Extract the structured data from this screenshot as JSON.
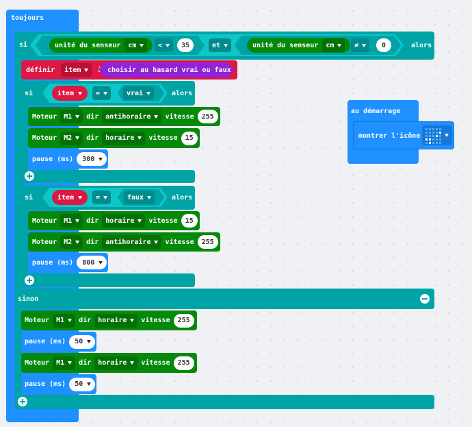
{
  "forever": {
    "label": "toujours"
  },
  "if_outer": {
    "if_label": "si",
    "sensor1": {
      "label": "unité du senseur",
      "unit": "cm"
    },
    "op1": "<",
    "value1": "35",
    "logic": "et",
    "sensor2": {
      "label": "unité du senseur",
      "unit": "cm"
    },
    "op2": "≠",
    "value2": "0",
    "then_label": "alors",
    "else_label": "sinon"
  },
  "set_item": {
    "label": "définir",
    "var": "item",
    "to": "à",
    "random": "choisir au hasard vrai ou faux"
  },
  "if_true": {
    "if_label": "si",
    "var": "item",
    "op": "=",
    "value": "vrai",
    "then_label": "alors",
    "motor1": {
      "label": "Moteur",
      "motor": "M1",
      "dir_label": "dir",
      "dir": "antihoraire",
      "speed_label": "vitesse",
      "speed": "255"
    },
    "motor2": {
      "label": "Moteur",
      "motor": "M2",
      "dir_label": "dir",
      "dir": "horaire",
      "speed_label": "vitesse",
      "speed": "15"
    },
    "pause": {
      "label": "pause (ms)",
      "value": "300"
    }
  },
  "if_false": {
    "if_label": "si",
    "var": "item",
    "op": "=",
    "value": "faux",
    "then_label": "alors",
    "motor1": {
      "label": "Moteur",
      "motor": "M1",
      "dir_label": "dir",
      "dir": "horaire",
      "speed_label": "vitesse",
      "speed": "15"
    },
    "motor2": {
      "label": "Moteur",
      "motor": "M2",
      "dir_label": "dir",
      "dir": "antihoraire",
      "speed_label": "vitesse",
      "speed": "255"
    },
    "pause": {
      "label": "pause (ms)",
      "value": "800"
    }
  },
  "else_branch": {
    "motor1": {
      "label": "Moteur",
      "motor": "M1",
      "dir_label": "dir",
      "dir": "horaire",
      "speed_label": "vitesse",
      "speed": "255"
    },
    "pause1": {
      "label": "pause (ms)",
      "value": "50"
    },
    "motor2": {
      "label": "Moteur",
      "motor": "M1",
      "dir_label": "dir",
      "dir": "horaire",
      "speed_label": "vitesse",
      "speed": "255"
    },
    "pause2": {
      "label": "pause (ms)",
      "value": "50"
    }
  },
  "on_start": {
    "label": "au démarrage",
    "show_icon": "montrer l'icône",
    "icon": "yes-check-icon"
  },
  "colors": {
    "loops": "#1e90ff",
    "logic": "#00a4a6",
    "motors": "#05890a",
    "variables": "#dc1843",
    "random": "#9124d6",
    "background": "#eff1f4"
  }
}
